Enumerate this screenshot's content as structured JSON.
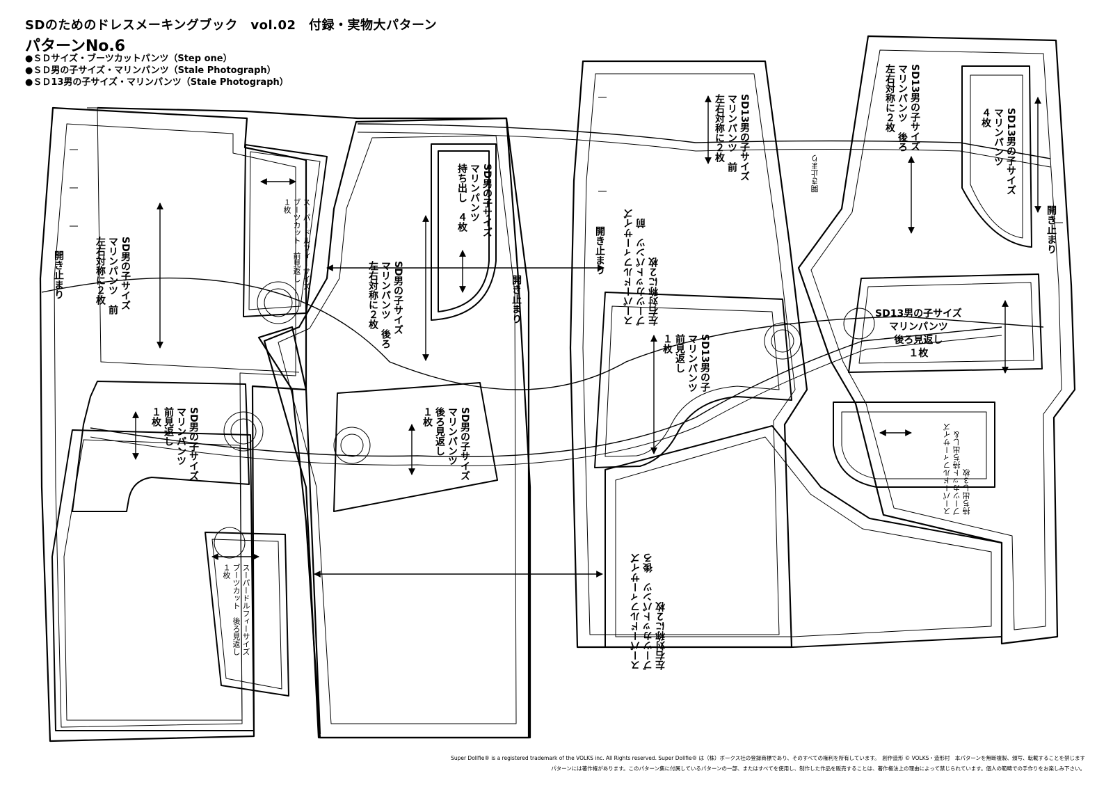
{
  "header": {
    "book_title": "SDのためのドレスメーキングブック　vol.02　付録・実物大パターン",
    "pattern_no": "パターンNo.6",
    "bullets": [
      "●ＳＤサイズ・ブーツカットパンツ（Step one）",
      "●ＳＤ男の子サイズ・マリンパンツ（Stale Photograph）",
      "●ＳＤ13男の子サイズ・マリンパンツ（Stale Photograph）"
    ]
  },
  "labels": {
    "sd_boy_front": "SD男の子サイズ\nマリンパンツ　前\n左右対称に２枚",
    "sd_boy_back": "SD男の子サイズ\nマリンパンツ　後ろ\n左右対称に２枚",
    "sd_boy_fly": "SD男の子サイズ\nマリンパンツ\n持ち出し　４枚",
    "sd_boy_front_facing": "SD男の子サイズ\nマリンパンツ\n前見返し\n１枚",
    "sd_boy_back_facing": "SD男の子サイズ\nマリンパンツ\n後ろ見返し\n１枚",
    "sd13_front": "SD13男の子サイズ\nマリンパンツ　前\n左右対称に２枚",
    "sd13_back": "SD13男の子サイズ\nマリンパンツ　後ろ\n左右対称に２枚",
    "sd13_fly": "SD13男の子サイズ\nマリンパンツ\n４枚",
    "sd13_front_facing": "SD13男の子\nマリンパンツ\n前見返し\n１枚",
    "sd13_back_facing": "SD13男の子サイズ\nマリンパンツ\n後ろ見返し\n１枚",
    "super_front": "スーパードルフィーサイズ\nブーツカットパンツ　前\n左右対称に２枚",
    "super_back": "スーパードルフィーサイズ\nブーツカットパンツ　後ろ\n左右対称に２枚",
    "super_front_facing": "スーパードルフィーサイズ\nブーツカット　前見返し\n１枚",
    "super_back_facing": "スーパードルフィーサイズ\nブーツカット　後ろ見返し\n１枚",
    "super_fly": "スーパードルフィーサイズ\nブーツカット持ち出し＆\n持ち出し３枚",
    "open_stop": "開き止まり",
    "open_stop_small": "開き止まり"
  },
  "footer": {
    "line1": "Super Dollfie® is a registered trademark of the VOLKS inc. All Rights reserved.  Super Dollfie® は（株）ボークス社の登録商標であり、そのすべての権利を所有しています。　創作造形 © VOLKS・造形村　本パターンを無断複製、頒写、転載することを禁じます",
    "line2": "パターンには著作権があります。このパターン集に付属しているパターンの一部、またはすべてを使用し、制作した作品を販売することは、著作権法上の理由によって禁じられています。個人の範疇での手作りをお楽しみ下さい。"
  }
}
